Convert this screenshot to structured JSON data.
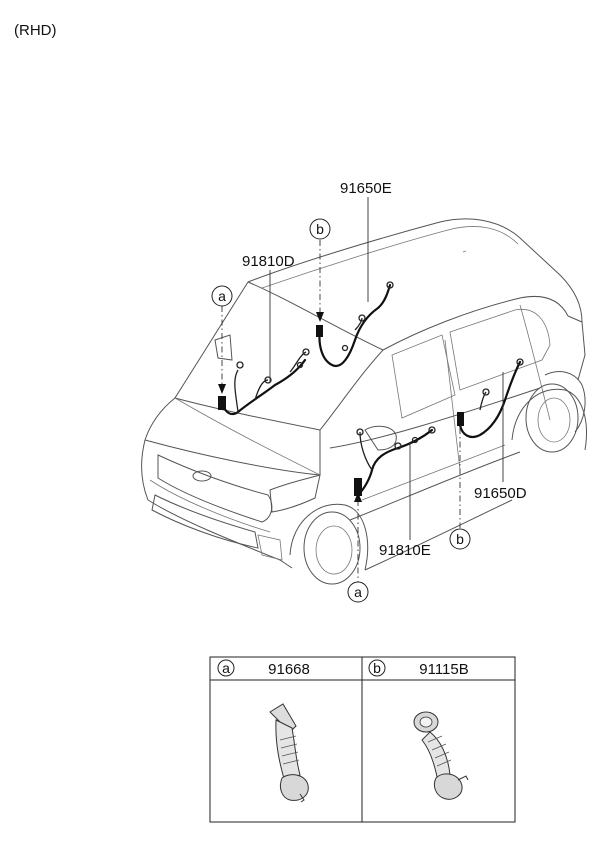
{
  "header": {
    "note": "(RHD)"
  },
  "callouts": {
    "part_91650E": "91650E",
    "part_91810D": "91810D",
    "part_91650D": "91650D",
    "part_91810E": "91810E",
    "ref_a_top": "a",
    "ref_b_top": "b",
    "ref_b_bottom": "b",
    "ref_a_bottom": "a"
  },
  "legend_table": {
    "cells": [
      {
        "ref": "a",
        "part": "91668"
      },
      {
        "ref": "b",
        "part": "91115B"
      }
    ]
  }
}
